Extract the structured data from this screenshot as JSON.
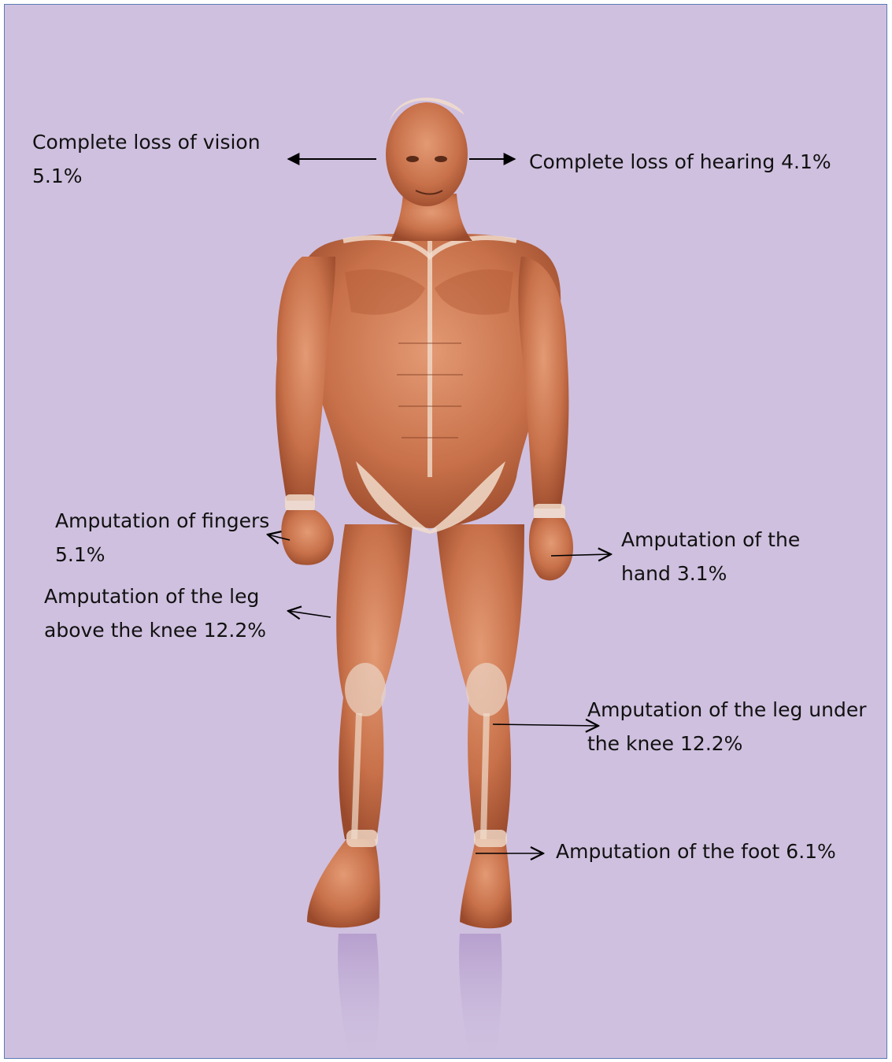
{
  "colors": {
    "background": "#cfc0df",
    "frame_border": "#5b7bb3",
    "skin": "#c8714a",
    "skin_dark": "#9a4a2c",
    "tendon": "#f1dccb",
    "text": "#111111",
    "arrow": "#000000"
  },
  "annotations": [
    {
      "id": "vision",
      "lines": [
        "Complete loss of vision",
        "5.1%"
      ]
    },
    {
      "id": "hearing",
      "lines": [
        "Complete loss of hearing 4.1%"
      ]
    },
    {
      "id": "fingers",
      "lines": [
        "Amputation of fingers",
        "5.1%"
      ]
    },
    {
      "id": "hand",
      "lines": [
        "Amputation of the",
        "hand 3.1%"
      ]
    },
    {
      "id": "leg_above",
      "lines": [
        "Amputation of the leg",
        "above the knee 12.2%"
      ]
    },
    {
      "id": "leg_under",
      "lines": [
        "Amputation of the leg under",
        "the knee 12.2%"
      ]
    },
    {
      "id": "foot",
      "lines": [
        "Amputation of the foot 6.1%"
      ]
    }
  ]
}
